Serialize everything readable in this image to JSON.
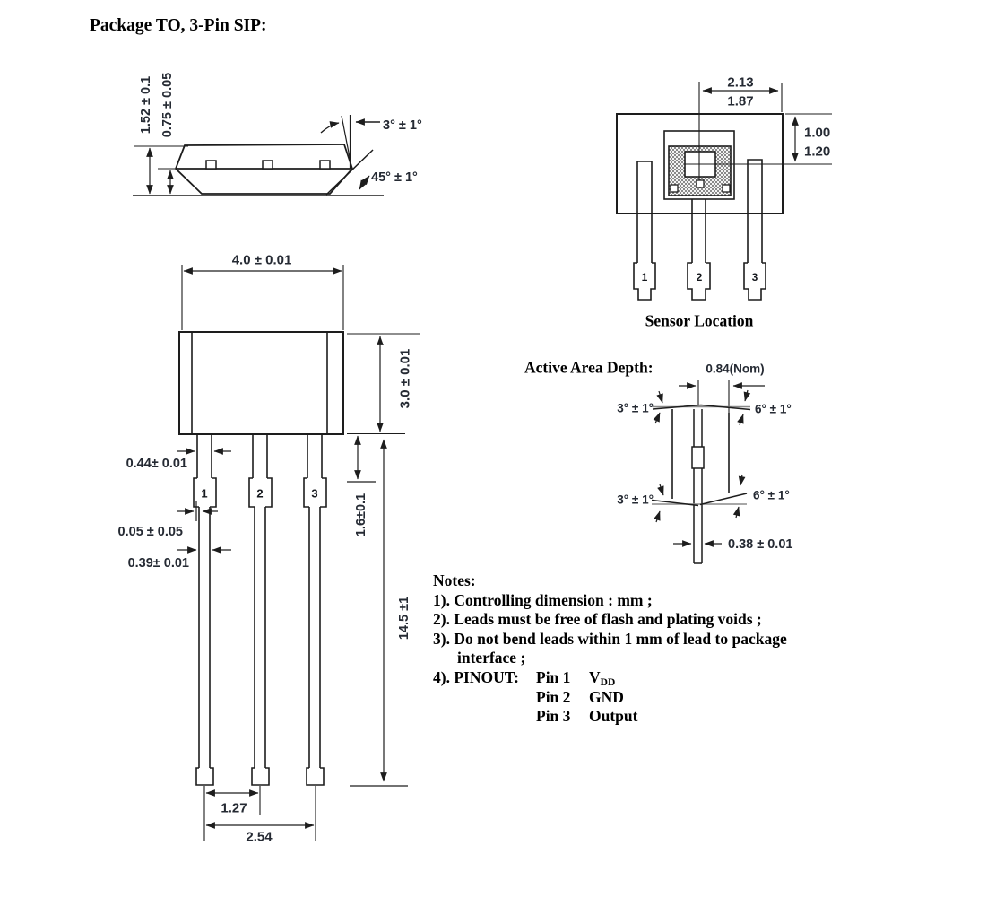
{
  "title": "Package TO, 3-Pin SIP:",
  "colors": {
    "line": "#1d1d1d",
    "dim_text": "#252a33",
    "hatch": "#8a8a8a",
    "background": "#ffffff"
  },
  "side_view": {
    "height_total": "1.52 ± 0.1",
    "height_seating": "0.75 ± 0.05",
    "top_angle": "3° ± 1°",
    "chamfer_angle": "45° ± 1°"
  },
  "sensor_location": {
    "caption": "Sensor Location",
    "dim_width_max": "2.13",
    "dim_width_min": "1.87",
    "dim_depth_min": "1.00",
    "dim_depth_max": "1.20",
    "pins": [
      "1",
      "2",
      "3"
    ]
  },
  "front_view": {
    "dim_body_width": "4.0 ± 0.01",
    "dim_body_height": "3.0 ± 0.01",
    "dim_lead_width_upper": "0.44± 0.01",
    "dim_lead_offset": "0.05 ± 0.05",
    "dim_lead_width_lower": "0.39± 0.01",
    "dim_shoulder_length": "1.6±0.1",
    "dim_lead_length": "14.5 ±1",
    "dim_lead_pitch": "1.27",
    "dim_lead_span": "2.54",
    "pins": [
      "1",
      "2",
      "3"
    ]
  },
  "active_area": {
    "heading": "Active Area Depth:",
    "dim_nominal": "0.84(Nom)",
    "angle_top_left": "3° ± 1°",
    "angle_top_right": "6° ± 1°",
    "angle_bottom_left": "3° ± 1°",
    "angle_bottom_right": "6° ± 1°",
    "dim_lead_width": "0.38 ± 0.01"
  },
  "notes": {
    "heading": "Notes:",
    "line1": "1). Controlling dimension : mm ;",
    "line2": "2). Leads must be free of flash and plating voids ;",
    "line3a": "3). Do not bend leads within 1 mm of lead to package",
    "line3b": "interface ;",
    "line4": "4). PINOUT:",
    "pinout": [
      {
        "pin": "Pin 1",
        "sig": "V",
        "sub": "DD"
      },
      {
        "pin": "Pin 2",
        "sig": "GND",
        "sub": ""
      },
      {
        "pin": "Pin 3",
        "sig": "Output",
        "sub": ""
      }
    ]
  }
}
